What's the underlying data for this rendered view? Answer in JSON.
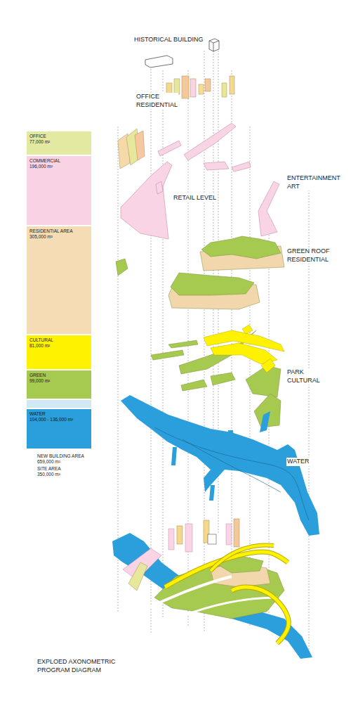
{
  "diagram": {
    "caption": "EXPLOED AXONOMETRIC PROGRAM DIAGRAM",
    "nodes": [
      {
        "text": [
          "OFFICE",
          "77,000 m²"
        ]
      },
      {
        "text": [
          "COMMERCIAL",
          "196,000 m²"
        ]
      },
      {
        "text": [
          "RESIDENTIAL AREA",
          "305,000 m²"
        ]
      },
      {
        "text": [
          "CULTURAL",
          "81,000 m²"
        ]
      },
      {
        "text": [
          "GREEN",
          "99,000 m²"
        ]
      },
      {
        "text": [
          "WATER",
          "104,000 - 136,000 m²"
        ]
      }
    ],
    "labels": [
      "HISTORICAL BUILDING",
      "OFFICE RESIDENTIAL",
      "RETAIL LEVEL",
      "ENTERTAINMENT ART",
      "GREEN ROOF RESIDENTIAL",
      "PARK CULTURAL",
      "WATER",
      "NEW BUILDING AREA 659,000 m²",
      "SITE AREA 350,000 m²"
    ]
  }
}
